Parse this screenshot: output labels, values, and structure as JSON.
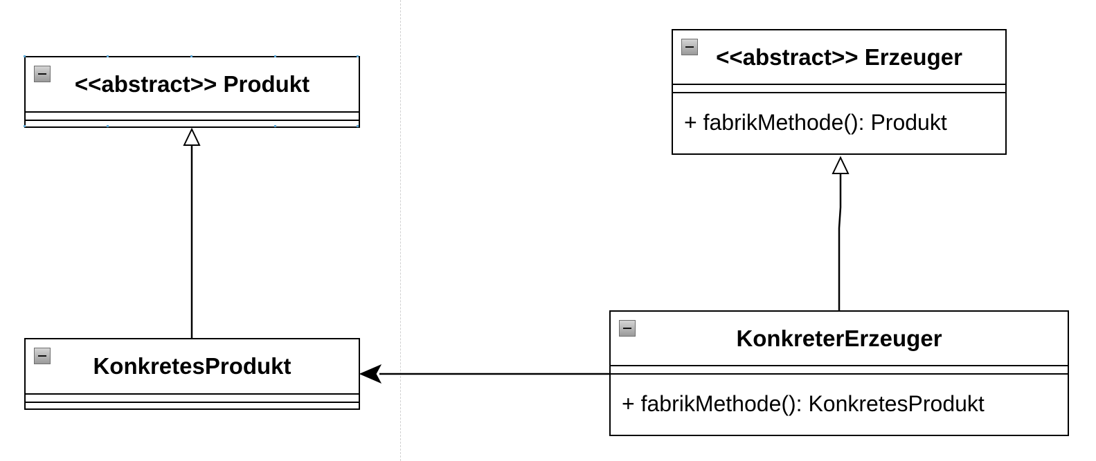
{
  "classes": {
    "produkt": {
      "title": "<<abstract>> Produkt"
    },
    "konkretes_produkt": {
      "title": "KonkretesProdukt"
    },
    "erzeuger": {
      "title": "<<abstract>> Erzeuger",
      "operation": "+ fabrikMethode(): Produkt"
    },
    "konkreter_erzeuger": {
      "title": "KonkreterErzeuger",
      "operation": "+ fabrikMethode(): KonkretesProdukt"
    }
  },
  "icons": {
    "collapse": "collapse-icon",
    "inheritance": "hollow-triangle-arrow",
    "association": "filled-arrow"
  },
  "colors": {
    "stroke": "#000000",
    "background": "#ffffff",
    "selection": "#5aa8d8",
    "divider": "#d0d0d0"
  }
}
